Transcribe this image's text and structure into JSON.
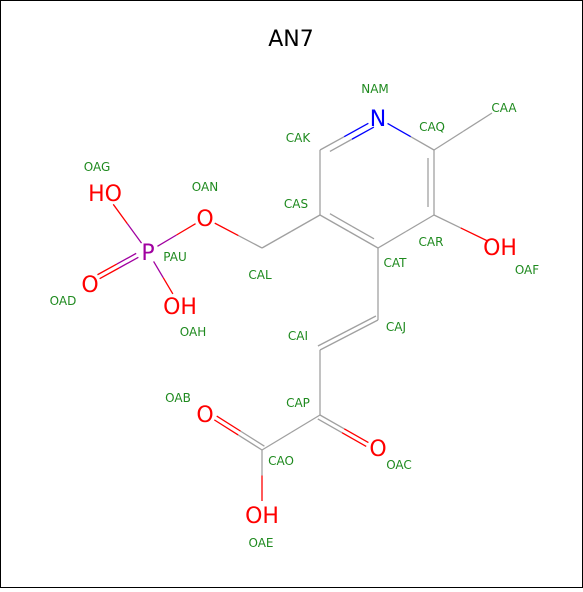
{
  "title": "AN7",
  "colors": {
    "bond": "#a0a0a0",
    "label": "#1f8a1f",
    "oxygen": "#ff0000",
    "nitrogen": "#0000ff",
    "phosphorus": "#a000a0",
    "frame": "#000000"
  },
  "atoms": [
    {
      "id": "NAM",
      "name": "NAM",
      "element": "N",
      "symbol": "N"
    },
    {
      "id": "CAQ",
      "name": "CAQ",
      "element": "C",
      "symbol": ""
    },
    {
      "id": "CAA",
      "name": "CAA",
      "element": "C",
      "symbol": ""
    },
    {
      "id": "CAK",
      "name": "CAK",
      "element": "C",
      "symbol": ""
    },
    {
      "id": "CAS",
      "name": "CAS",
      "element": "C",
      "symbol": ""
    },
    {
      "id": "CAR",
      "name": "CAR",
      "element": "C",
      "symbol": ""
    },
    {
      "id": "CAT",
      "name": "CAT",
      "element": "C",
      "symbol": ""
    },
    {
      "id": "OAF",
      "name": "OAF",
      "element": "O",
      "symbol": "OH"
    },
    {
      "id": "CAL",
      "name": "CAL",
      "element": "C",
      "symbol": ""
    },
    {
      "id": "OAN",
      "name": "OAN",
      "element": "O",
      "symbol": "O"
    },
    {
      "id": "PAU",
      "name": "PAU",
      "element": "P",
      "symbol": "P"
    },
    {
      "id": "OAG",
      "name": "OAG",
      "element": "O",
      "symbol": "HO"
    },
    {
      "id": "OAD",
      "name": "OAD",
      "element": "O",
      "symbol": "O"
    },
    {
      "id": "OAH",
      "name": "OAH",
      "element": "O",
      "symbol": "OH"
    },
    {
      "id": "CAJ",
      "name": "CAJ",
      "element": "C",
      "symbol": ""
    },
    {
      "id": "CAI",
      "name": "CAI",
      "element": "C",
      "symbol": ""
    },
    {
      "id": "CAP",
      "name": "CAP",
      "element": "C",
      "symbol": ""
    },
    {
      "id": "OAC",
      "name": "OAC",
      "element": "O",
      "symbol": "O"
    },
    {
      "id": "CAO",
      "name": "CAO",
      "element": "C",
      "symbol": ""
    },
    {
      "id": "OAB",
      "name": "OAB",
      "element": "O",
      "symbol": "O"
    },
    {
      "id": "OAE",
      "name": "OAE",
      "element": "O",
      "symbol": "OH"
    }
  ],
  "bonds": [
    {
      "a": "NAM",
      "b": "CAQ",
      "order": 1
    },
    {
      "a": "NAM",
      "b": "CAK",
      "order": 2
    },
    {
      "a": "CAQ",
      "b": "CAA",
      "order": 1
    },
    {
      "a": "CAQ",
      "b": "CAR",
      "order": 2
    },
    {
      "a": "CAK",
      "b": "CAS",
      "order": 1
    },
    {
      "a": "CAS",
      "b": "CAT",
      "order": 2
    },
    {
      "a": "CAS",
      "b": "CAL",
      "order": 1
    },
    {
      "a": "CAR",
      "b": "CAT",
      "order": 1
    },
    {
      "a": "CAR",
      "b": "OAF",
      "order": 1
    },
    {
      "a": "CAL",
      "b": "OAN",
      "order": 1
    },
    {
      "a": "OAN",
      "b": "PAU",
      "order": 1
    },
    {
      "a": "PAU",
      "b": "OAG",
      "order": 1
    },
    {
      "a": "PAU",
      "b": "OAD",
      "order": 2
    },
    {
      "a": "PAU",
      "b": "OAH",
      "order": 1
    },
    {
      "a": "CAT",
      "b": "CAJ",
      "order": 1
    },
    {
      "a": "CAJ",
      "b": "CAI",
      "order": 2
    },
    {
      "a": "CAI",
      "b": "CAP",
      "order": 1
    },
    {
      "a": "CAP",
      "b": "OAC",
      "order": 2
    },
    {
      "a": "CAP",
      "b": "CAO",
      "order": 1
    },
    {
      "a": "CAO",
      "b": "OAB",
      "order": 2
    },
    {
      "a": "CAO",
      "b": "OAE",
      "order": 1
    }
  ]
}
